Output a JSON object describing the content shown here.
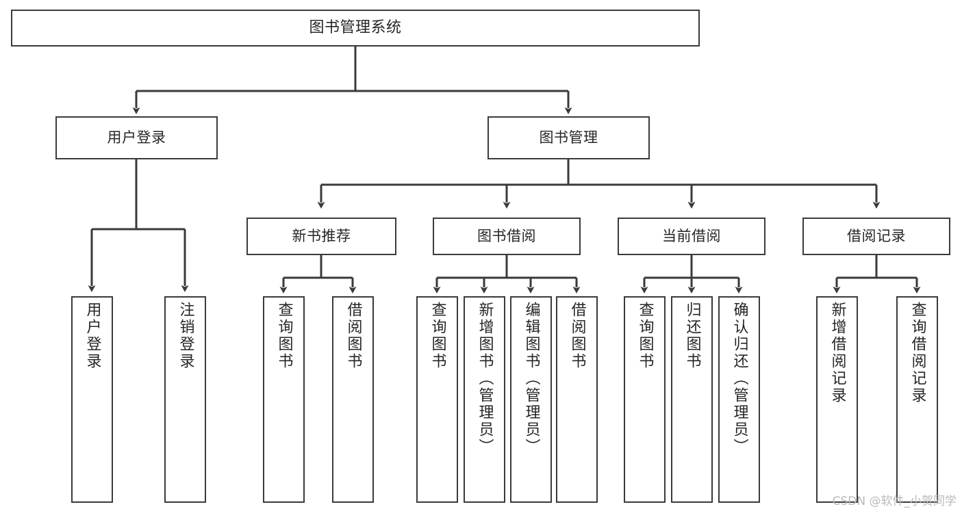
{
  "diagram": {
    "title": "图书管理系统",
    "type": "tree-hierarchy-diagram",
    "watermark": "CSDN @软件_小贺同学",
    "colors": {
      "background": "#ffffff",
      "box_border": "#3a3a3a",
      "box_fill": "#ffffff",
      "text": "#262626",
      "connector": "#3a3a3a",
      "watermark": "#b9b9b9"
    }
  },
  "nodes": {
    "root": {
      "label": "图书管理系统"
    },
    "level2": [
      {
        "label": "用户登录"
      },
      {
        "label": "图书管理"
      }
    ],
    "level3": [
      {
        "label": "新书推荐"
      },
      {
        "label": "图书借阅"
      },
      {
        "label": "当前借阅"
      },
      {
        "label": "借阅记录"
      }
    ],
    "leaves": {
      "user_login": [
        {
          "label": "用户登录"
        },
        {
          "label": "注销登录"
        }
      ],
      "new_book": [
        {
          "label": "查询图书"
        },
        {
          "label": "借阅图书"
        }
      ],
      "book_borrow": [
        {
          "label": "查询图书"
        },
        {
          "label": "新增图书（管理员）"
        },
        {
          "label": "编辑图书（管理员）"
        },
        {
          "label": "借阅图书"
        }
      ],
      "current_borrow": [
        {
          "label": "查询图书"
        },
        {
          "label": "归还图书"
        },
        {
          "label": "确认归还（管理员）"
        }
      ],
      "borrow_record": [
        {
          "label": "新增借阅记录"
        },
        {
          "label": "查询借阅记录"
        }
      ]
    }
  }
}
